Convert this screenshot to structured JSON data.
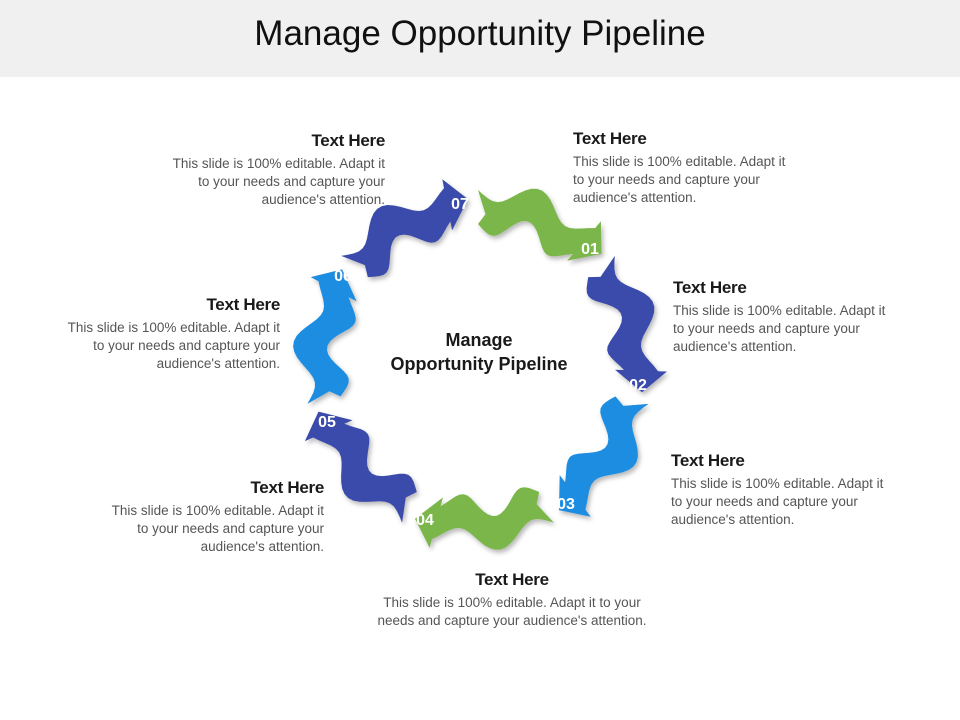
{
  "title": "Manage Opportunity Pipeline",
  "center": {
    "line1": "Manage",
    "line2": "Opportunity  Pipeline"
  },
  "colors": {
    "green": "#7ab648",
    "navy": "#3b4bab",
    "blue": "#1f8de0"
  },
  "steps": [
    {
      "num": "01",
      "color": "green"
    },
    {
      "num": "02",
      "color": "navy"
    },
    {
      "num": "03",
      "color": "blue"
    },
    {
      "num": "04",
      "color": "green"
    },
    {
      "num": "05",
      "color": "navy"
    },
    {
      "num": "06",
      "color": "blue"
    },
    {
      "num": "07",
      "color": "navy"
    }
  ],
  "blocks": [
    {
      "heading": "Text Here",
      "body": [
        "This slide is 100% editable. Adapt it",
        "to your needs and capture your",
        "audience's attention."
      ]
    },
    {
      "heading": "Text Here",
      "body": [
        "This slide is 100% editable. Adapt it",
        "to your needs and capture your",
        "audience's attention."
      ]
    },
    {
      "heading": "Text Here",
      "body": [
        "This slide is 100% editable. Adapt it",
        "to your needs and capture your",
        "audience's attention."
      ]
    },
    {
      "heading": "Text Here",
      "body": [
        "This slide is 100% editable. Adapt it to your",
        "needs and capture your audience's attention."
      ]
    },
    {
      "heading": "Text Here",
      "body": [
        "This slide is 100% editable. Adapt it",
        "to your needs and capture your",
        "audience's attention."
      ]
    },
    {
      "heading": "Text Here",
      "body": [
        "This slide is 100% editable. Adapt it",
        "to your needs and capture your",
        "audience's attention."
      ]
    },
    {
      "heading": "Text Here",
      "body": [
        "This slide is 100% editable. Adapt it",
        "to your needs and capture your",
        "audience's attention."
      ]
    }
  ]
}
